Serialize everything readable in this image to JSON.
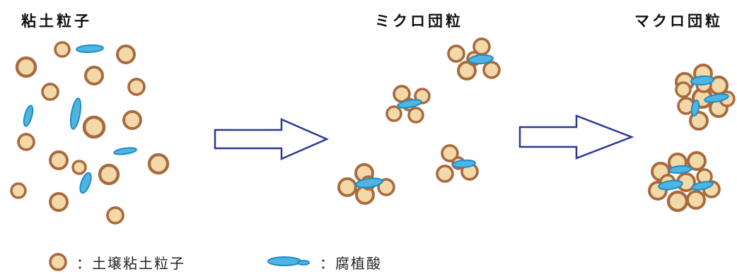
{
  "headings": {
    "clay": "粘土粒子",
    "micro": "ミクロ団粒",
    "macro": "マクロ団粒"
  },
  "legend": {
    "particle_label": "：土壌粘土粒子",
    "humic_label": "：腐植酸"
  },
  "colors": {
    "particle_fill": "#f3d9a8",
    "particle_stroke": "#a86a3e",
    "humic_fill": "#4fb4e0",
    "humic_stroke": "#1e8cc8",
    "arrow_stroke": "#2b3990"
  }
}
